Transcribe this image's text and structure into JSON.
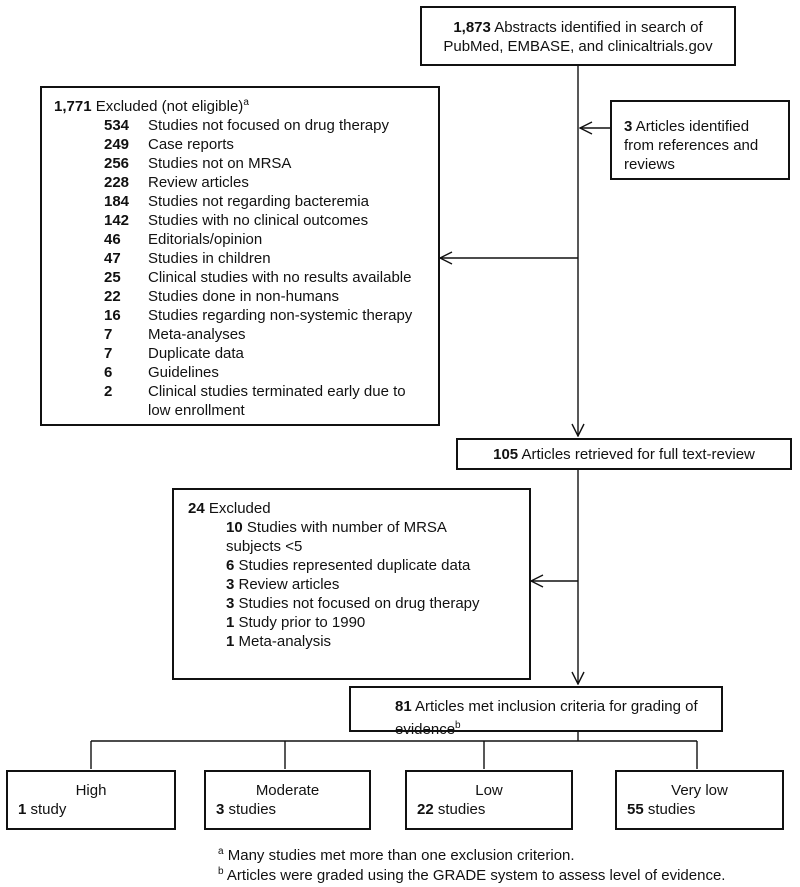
{
  "search": {
    "count": "1,873",
    "text": " Abstracts identified in search of PubMed, EMBASE, and clinicaltrials.gov"
  },
  "additional": {
    "count": "3",
    "text": " Articles identified from references and reviews"
  },
  "excluded1": {
    "count": "1,771",
    "text": " Excluded (not eligible)",
    "marker": "a",
    "items": [
      {
        "n": "534",
        "label": "Studies not focused on drug therapy"
      },
      {
        "n": "249",
        "label": "Case reports"
      },
      {
        "n": "256",
        "label": "Studies not on MRSA"
      },
      {
        "n": "228",
        "label": "Review articles"
      },
      {
        "n": "184",
        "label": "Studies not regarding bacteremia"
      },
      {
        "n": "142",
        "label": "Studies with no clinical outcomes"
      },
      {
        "n": "46",
        "label": "Editorials/opinion"
      },
      {
        "n": "47",
        "label": "Studies in children"
      },
      {
        "n": "25",
        "label": "Clinical studies with no results available"
      },
      {
        "n": "22",
        "label": "Studies done in non-humans"
      },
      {
        "n": "16",
        "label": "Studies regarding non-systemic therapy"
      },
      {
        "n": "7",
        "label": "Meta-analyses"
      },
      {
        "n": "7",
        "label": "Duplicate data"
      },
      {
        "n": "6",
        "label": "Guidelines"
      },
      {
        "n": "2",
        "label": "Clinical studies terminated early due to low enrollment"
      }
    ]
  },
  "retrieved": {
    "count": "105",
    "text": " Articles retrieved for full text-review"
  },
  "excluded2": {
    "count": "24",
    "text": " Excluded",
    "items": [
      {
        "n": "10",
        "label": " Studies with number of MRSA subjects <5"
      },
      {
        "n": "6",
        "label": " Studies represented duplicate data"
      },
      {
        "n": "3",
        "label": " Review articles"
      },
      {
        "n": "3",
        "label": " Studies not focused on drug therapy"
      },
      {
        "n": "1",
        "label": " Study prior to 1990"
      },
      {
        "n": "1",
        "label": " Meta-analysis"
      }
    ]
  },
  "included": {
    "count": "81",
    "text": " Articles met inclusion criteria for grading of evidence",
    "marker": "b"
  },
  "grades": [
    {
      "level": "High",
      "count": "1",
      "unit": " study"
    },
    {
      "level": "Moderate",
      "count": "3",
      "unit": " studies"
    },
    {
      "level": "Low",
      "count": "22",
      "unit": " studies"
    },
    {
      "level": "Very low",
      "count": "55",
      "unit": " studies"
    }
  ],
  "footnotes": [
    {
      "marker": "a",
      "text": " Many studies met more than one exclusion criterion."
    },
    {
      "marker": "b",
      "text": " Articles were graded using the GRADE system to assess level of evidence."
    }
  ]
}
